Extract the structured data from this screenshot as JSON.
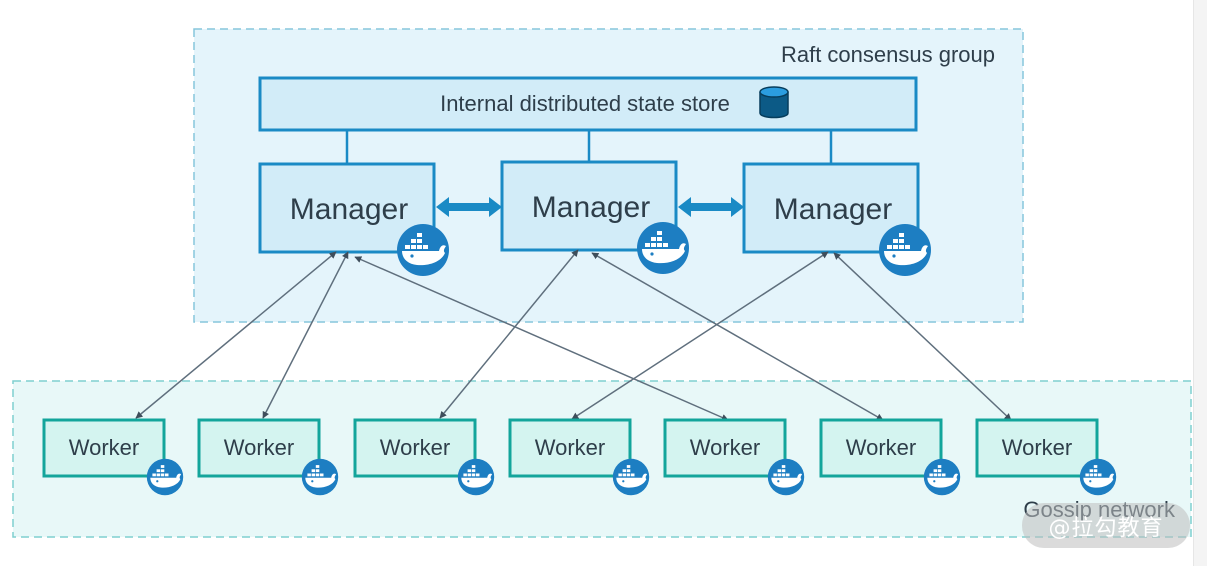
{
  "raft_group": {
    "label": "Raft consensus group"
  },
  "state_store": {
    "label": "Internal distributed state store",
    "icon": "database-icon"
  },
  "managers": [
    {
      "label": "Manager",
      "icon": "docker-whale-icon"
    },
    {
      "label": "Manager",
      "icon": "docker-whale-icon"
    },
    {
      "label": "Manager",
      "icon": "docker-whale-icon"
    }
  ],
  "workers": [
    {
      "label": "Worker",
      "icon": "docker-whale-icon"
    },
    {
      "label": "Worker",
      "icon": "docker-whale-icon"
    },
    {
      "label": "Worker",
      "icon": "docker-whale-icon"
    },
    {
      "label": "Worker",
      "icon": "docker-whale-icon"
    },
    {
      "label": "Worker",
      "icon": "docker-whale-icon"
    },
    {
      "label": "Worker",
      "icon": "docker-whale-icon"
    },
    {
      "label": "Worker",
      "icon": "docker-whale-icon"
    }
  ],
  "gossip_network": {
    "label": "Gossip network"
  },
  "watermark": {
    "text": "@拉勾教育"
  },
  "colors": {
    "raft_fill": "#e4f4fb",
    "raft_border": "#86c6dc",
    "manager_fill": "#d2ecf8",
    "manager_border": "#1a8ac5",
    "bidir_arrow": "#1a8ac5",
    "gossip_fill": "#e8f8f8",
    "gossip_border": "#7fcfcf",
    "worker_fill": "#d4f4f0",
    "worker_border": "#13a59b",
    "docker_blue": "#1d7ec2",
    "connector": "#5f6f7d",
    "text": "#2e3e4a"
  },
  "connections": [
    {
      "from": "worker-1",
      "to": "manager-1"
    },
    {
      "from": "worker-2",
      "to": "manager-1"
    },
    {
      "from": "worker-5",
      "to": "manager-1"
    },
    {
      "from": "worker-3",
      "to": "manager-2"
    },
    {
      "from": "worker-6",
      "to": "manager-2"
    },
    {
      "from": "worker-4",
      "to": "manager-3"
    },
    {
      "from": "worker-7",
      "to": "manager-3"
    }
  ]
}
